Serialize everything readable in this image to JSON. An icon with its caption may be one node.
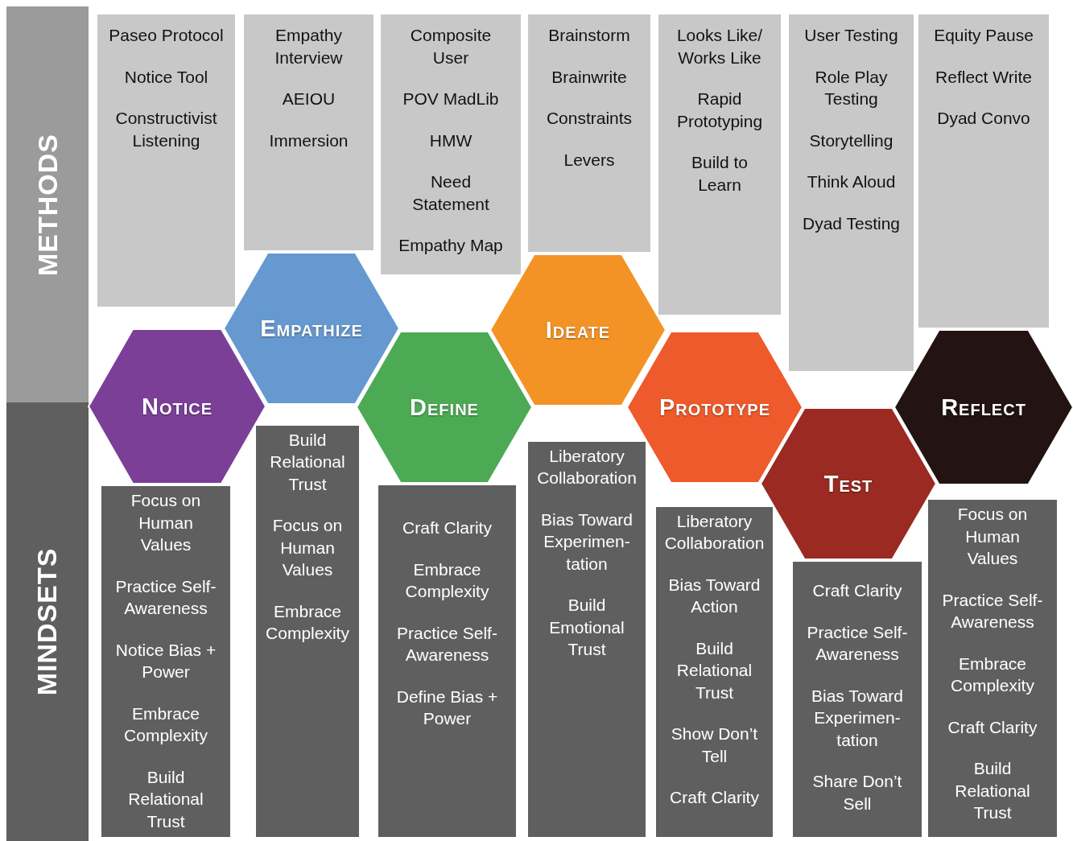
{
  "diagram": {
    "nodes": [
      {
        "text": [
          "METHODS"
        ]
      },
      {
        "text": [
          "MINDSETS"
        ]
      },
      {
        "text": [
          "Paseo Protocol",
          "Notice Tool",
          "Constructivist Listening"
        ]
      },
      {
        "text": [
          "Empathy Interview",
          "AEIOU",
          "Immersion"
        ]
      },
      {
        "text": [
          "Composite User",
          "POV MadLib",
          "HMW",
          "Need Statement",
          "Empathy Map"
        ]
      },
      {
        "text": [
          "Brainstorm",
          "Brainwrite",
          "Constraints",
          "Levers"
        ]
      },
      {
        "text": [
          "Looks Like/ Works Like",
          "Rapid Prototyping",
          "Build to Learn"
        ]
      },
      {
        "text": [
          "User Testing",
          "Role Play Testing",
          "Storytelling",
          "Think Aloud",
          "Dyad Testing"
        ]
      },
      {
        "text": [
          "Equity Pause",
          "Reflect Write",
          "Dyad Convo"
        ]
      },
      {
        "text": [
          "Notice"
        ]
      },
      {
        "text": [
          "Empathize"
        ]
      },
      {
        "text": [
          "Define"
        ]
      },
      {
        "text": [
          "Ideate"
        ]
      },
      {
        "text": [
          "Prototype"
        ]
      },
      {
        "text": [
          "Test"
        ]
      },
      {
        "text": [
          "Reflect"
        ]
      },
      {
        "text": [
          "Focus on Human Values",
          "Practice Self-Awareness",
          "Notice Bias + Power",
          "Embrace Complexity",
          "Build Relational Trust"
        ]
      },
      {
        "text": [
          "Build Relational Trust",
          "Focus on Human Values",
          "Embrace Complexity"
        ]
      },
      {
        "text": [
          "Craft Clarity",
          "Embrace Complexity",
          "Practice Self-Awareness",
          "Define Bias + Power"
        ]
      },
      {
        "text": [
          "Liberatory Collaboration",
          "Bias Toward Experimen-tation",
          "Build Emotional Trust"
        ]
      },
      {
        "text": [
          "Liberatory Collaboration",
          "Bias Toward Action",
          "Build Relational Trust",
          "Show Don’t Tell",
          "Craft Clarity"
        ]
      },
      {
        "text": [
          "Craft Clarity",
          "Practice Self-Awareness",
          "Bias Toward Experimen-tation",
          "Share Don’t Sell"
        ]
      },
      {
        "text": [
          "Focus on Human Values",
          "Practice Self-Awareness",
          "Embrace Complexity",
          "Craft Clarity",
          "Build Relational Trust"
        ]
      }
    ]
  }
}
